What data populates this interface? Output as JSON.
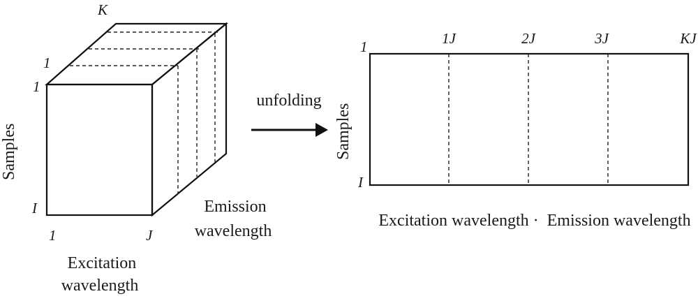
{
  "cube": {
    "k_label": "K",
    "top_i_label": "1",
    "front_top_label": "1",
    "front_bottom_label": "I",
    "bottom_left_label": "1",
    "bottom_right_label": "J",
    "samples_label": "Samples",
    "excitation_label_line1": "Excitation",
    "excitation_label_line2": "wavelength",
    "emission_label_line1": "Emission",
    "emission_label_line2": "wavelength"
  },
  "arrow": {
    "label": "unfolding"
  },
  "matrix": {
    "top_left_label": "1",
    "bottom_left_label": "I",
    "column_labels": [
      "1J",
      "2J",
      "3J",
      "KJ"
    ],
    "samples_label": "Samples",
    "bottom_label": "Excitation wavelength ·  Emission wavelength"
  }
}
